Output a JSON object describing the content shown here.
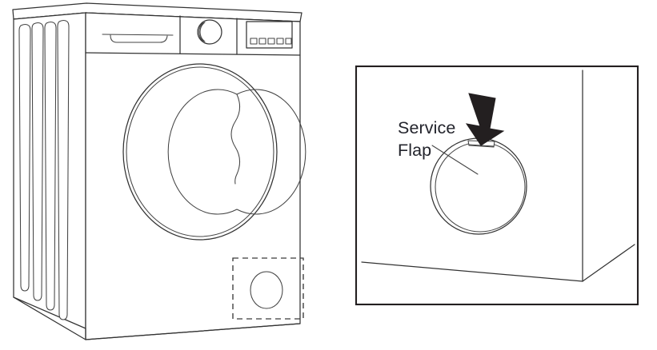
{
  "figure": {
    "title": "Washing machine service flap location diagram",
    "type": "line-art-technical-illustration",
    "background_color": "#ffffff",
    "line_color": "#333333",
    "arrow_color": "#231f20",
    "text_color": "#23242c"
  },
  "main_view": {
    "name": "washing-machine-front-three-quarter-view",
    "parts": {
      "top_lid": "top-lid",
      "side_vents_count": 4,
      "detergent_drawer": "detergent-drawer",
      "control_knob": "program-selector-knob",
      "display_panel": "display-panel",
      "display_buttons_count": 5,
      "door": "porthole-door",
      "service_flap": "service-flap-cover",
      "highlight_box": "dashed-highlight-box"
    }
  },
  "detail_view": {
    "name": "service-flap-detail-panel",
    "frame": "detail-panel-frame",
    "annotation": {
      "label_line_1": "Service",
      "label_line_2": "Flap",
      "leader_line": "leader-line",
      "arrow": "down-arrow-pointing-to-flap"
    },
    "parts": {
      "flap_cover": "service-flap-circular-cover",
      "flap_tab": "service-flap-release-tab"
    }
  }
}
